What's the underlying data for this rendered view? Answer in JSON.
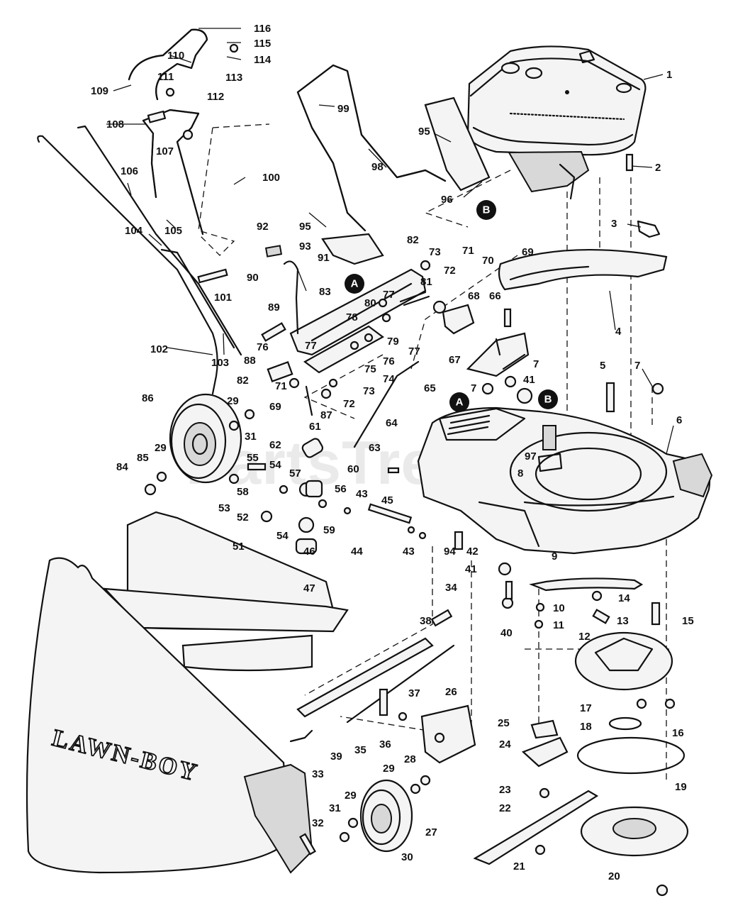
{
  "watermark": "PartsTree",
  "bag_brand": "LAWN-BOY",
  "badges": {
    "a": "A",
    "b": "B"
  },
  "callouts": {
    "c1": "1",
    "c2": "2",
    "c3": "3",
    "c4": "4",
    "c5": "5",
    "c6": "6",
    "c7a": "7",
    "c7b": "7",
    "c7c": "7",
    "c8": "8",
    "c9": "9",
    "c10": "10",
    "c11": "11",
    "c12": "12",
    "c13": "13",
    "c14": "14",
    "c15": "15",
    "c16": "16",
    "c17": "17",
    "c18": "18",
    "c19": "19",
    "c20": "20",
    "c21": "21",
    "c22": "22",
    "c23": "23",
    "c24": "24",
    "c25": "25",
    "c26": "26",
    "c27": "27",
    "c28": "28",
    "c29a": "29",
    "c29b": "29",
    "c29c": "29",
    "c29d": "29",
    "c30": "30",
    "c31a": "31",
    "c31b": "31",
    "c32": "32",
    "c33": "33",
    "c34": "34",
    "c35": "35",
    "c36": "36",
    "c37": "37",
    "c38": "38",
    "c39": "39",
    "c40": "40",
    "c41a": "41",
    "c41b": "41",
    "c42": "42",
    "c43a": "43",
    "c43b": "43",
    "c44": "44",
    "c45": "45",
    "c46": "46",
    "c47": "47",
    "c51": "51",
    "c52": "52",
    "c53": "53",
    "c54a": "54",
    "c54b": "54",
    "c55": "55",
    "c56": "56",
    "c57": "57",
    "c58": "58",
    "c59": "59",
    "c60": "60",
    "c61": "61",
    "c62": "62",
    "c63": "63",
    "c64": "64",
    "c65": "65",
    "c66": "66",
    "c67": "67",
    "c68": "68",
    "c69a": "69",
    "c69b": "69",
    "c70": "70",
    "c71a": "71",
    "c71b": "71",
    "c72a": "72",
    "c72b": "72",
    "c73a": "73",
    "c73b": "73",
    "c74": "74",
    "c75": "75",
    "c76a": "76",
    "c76b": "76",
    "c77a": "77",
    "c77b": "77",
    "c77c": "77",
    "c78": "78",
    "c79": "79",
    "c80": "80",
    "c81": "81",
    "c82a": "82",
    "c82b": "82",
    "c83": "83",
    "c84": "84",
    "c85": "85",
    "c86": "86",
    "c87": "87",
    "c88": "88",
    "c89": "89",
    "c90": "90",
    "c91": "91",
    "c92": "92",
    "c93": "93",
    "c94": "94",
    "c95a": "95",
    "c95b": "95",
    "c96": "96",
    "c97": "97",
    "c98": "98",
    "c99": "99",
    "c100": "100",
    "c101": "101",
    "c102": "102",
    "c103": "103",
    "c104": "104",
    "c105": "105",
    "c106": "106",
    "c107": "107",
    "c108": "108",
    "c109": "109",
    "c110": "110",
    "c111": "111",
    "c112": "112",
    "c113": "113",
    "c114": "114",
    "c115": "115",
    "c116": "116"
  }
}
